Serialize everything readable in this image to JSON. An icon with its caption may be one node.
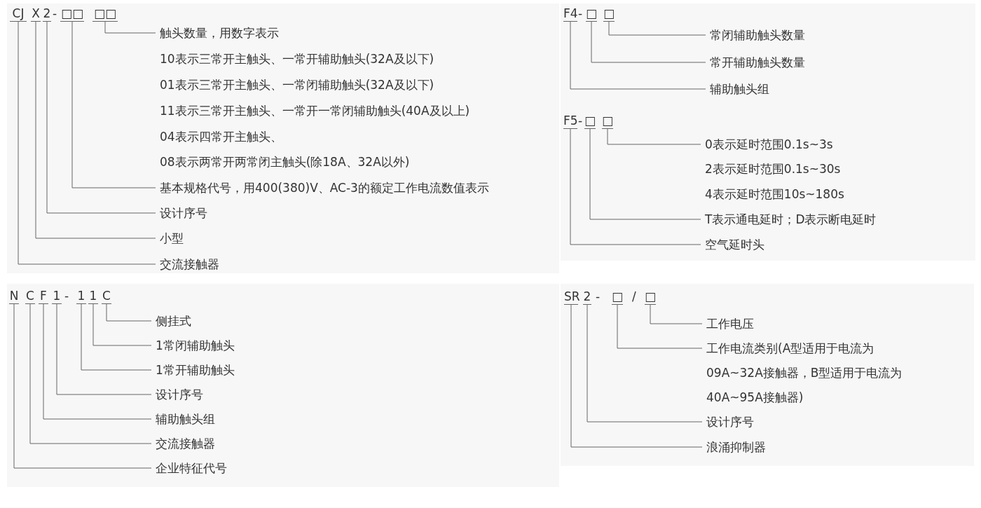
{
  "diagram": {
    "nodes": [
      {
        "text": [
          "CJ"
        ]
      },
      {
        "text": [
          "X"
        ]
      },
      {
        "text": [
          "2"
        ]
      },
      {
        "text": [
          "□□"
        ]
      },
      {
        "text": [
          "□□"
        ]
      },
      {
        "text": [
          "触头数量，用数字表示"
        ]
      },
      {
        "text": [
          "基本规格代号，用400(380)V、AC-3的额定工作电流数值表示"
        ]
      },
      {
        "text": [
          "设计序号"
        ]
      },
      {
        "text": [
          "小型"
        ]
      },
      {
        "text": [
          "交流接触器"
        ]
      },
      {
        "text": [
          "F4"
        ]
      },
      {
        "text": [
          "□"
        ]
      },
      {
        "text": [
          "□"
        ]
      },
      {
        "text": [
          "常闭辅助触头数量"
        ]
      },
      {
        "text": [
          "常开辅助触头数量"
        ]
      },
      {
        "text": [
          "辅助触头组"
        ]
      },
      {
        "text": [
          "F5"
        ]
      },
      {
        "text": [
          "□"
        ]
      },
      {
        "text": [
          "□"
        ]
      },
      {
        "text": [
          "0表示延时范围0.1s~3s"
        ]
      },
      {
        "text": [
          "T表示通电延时；D表示断电延时"
        ]
      },
      {
        "text": [
          "空气延时头"
        ]
      },
      {
        "text": [
          "N"
        ]
      },
      {
        "text": [
          "C"
        ]
      },
      {
        "text": [
          "F"
        ]
      },
      {
        "text": [
          "1"
        ]
      },
      {
        "text": [
          "1"
        ]
      },
      {
        "text": [
          "1"
        ]
      },
      {
        "text": [
          "C"
        ]
      },
      {
        "text": [
          "侧挂式"
        ]
      },
      {
        "text": [
          "1常闭辅助触头"
        ]
      },
      {
        "text": [
          "1常开辅助触头"
        ]
      },
      {
        "text": [
          "设计序号"
        ]
      },
      {
        "text": [
          "辅助触头组"
        ]
      },
      {
        "text": [
          "交流接触器"
        ]
      },
      {
        "text": [
          "企业特征代号"
        ]
      },
      {
        "text": [
          "SR"
        ]
      },
      {
        "text": [
          "2"
        ]
      },
      {
        "text": [
          "□"
        ]
      },
      {
        "text": [
          "□"
        ]
      },
      {
        "text": [
          "工作电压"
        ]
      },
      {
        "text": [
          "工作电流类别(A型适用于电流为09A~32A接触器，B型适用于电流为40A~95A接触器)"
        ]
      },
      {
        "text": [
          "设计序号"
        ]
      },
      {
        "text": [
          "浪涌抑制器"
        ]
      }
    ],
    "edges": [
      {
        "from": 4,
        "to": 5,
        "arrow": "none"
      },
      {
        "from": 3,
        "to": 6,
        "arrow": "none"
      },
      {
        "from": 2,
        "to": 7,
        "arrow": "none"
      },
      {
        "from": 1,
        "to": 8,
        "arrow": "none"
      },
      {
        "from": 0,
        "to": 9,
        "arrow": "none"
      },
      {
        "from": 12,
        "to": 13,
        "arrow": "none"
      },
      {
        "from": 11,
        "to": 14,
        "arrow": "none"
      },
      {
        "from": 10,
        "to": 15,
        "arrow": "none"
      },
      {
        "from": 18,
        "to": 19,
        "arrow": "none"
      },
      {
        "from": 17,
        "to": 20,
        "arrow": "none"
      },
      {
        "from": 16,
        "to": 21,
        "arrow": "none"
      },
      {
        "from": 28,
        "to": 29,
        "arrow": "none"
      },
      {
        "from": 27,
        "to": 30,
        "arrow": "none"
      },
      {
        "from": 26,
        "to": 31,
        "arrow": "none"
      },
      {
        "from": 25,
        "to": 32,
        "arrow": "none"
      },
      {
        "from": 24,
        "to": 33,
        "arrow": "none"
      },
      {
        "from": 23,
        "to": 34,
        "arrow": "none"
      },
      {
        "from": 22,
        "to": 35,
        "arrow": "none"
      },
      {
        "from": 39,
        "to": 40,
        "arrow": "none"
      },
      {
        "from": 38,
        "to": 41,
        "arrow": "none"
      },
      {
        "from": 37,
        "to": 42,
        "arrow": "none"
      },
      {
        "from": 36,
        "to": 43,
        "arrow": "none"
      }
    ],
    "labels": [
      "-",
      "10表示三常开主触头、一常开辅助触头(32A及以下)",
      "01表示三常开主触头、一常闭辅助触头(32A及以下)",
      "11表示三常开主触头、一常开一常闭辅助触头(40A及以上)",
      "04表示四常开主触头、",
      "08表示两常开两常闭主触头(除18A、32A以外)",
      "-",
      "-",
      "2表示延时范围0.1s~30s",
      "4表示延时范围10s~180s",
      "-",
      "-",
      "/"
    ]
  }
}
